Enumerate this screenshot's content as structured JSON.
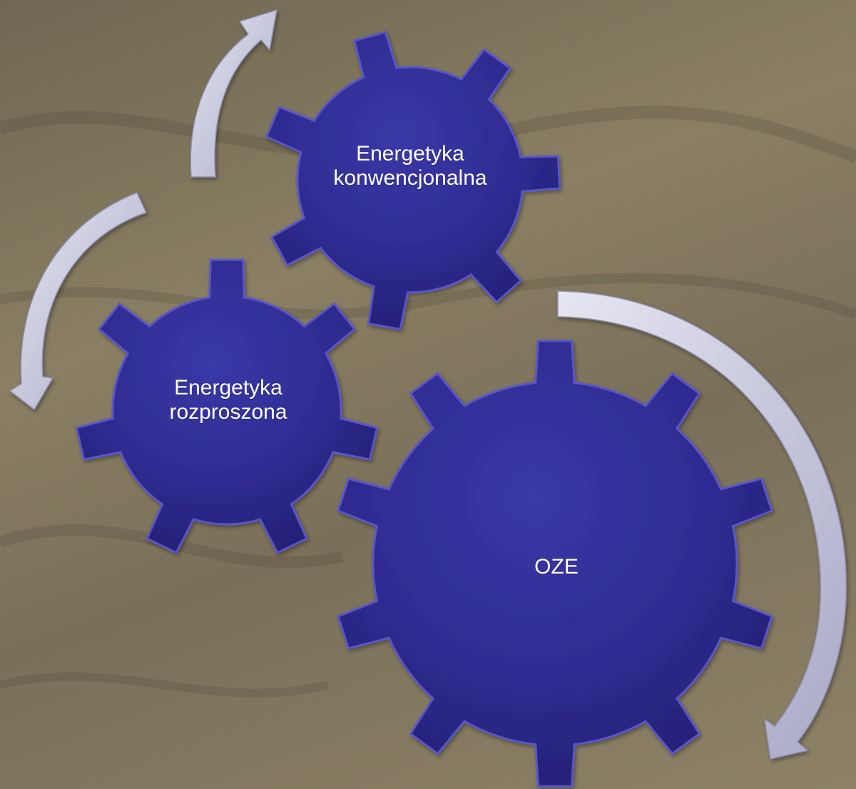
{
  "diagram": {
    "type": "gear-cycle",
    "nodes": [
      {
        "id": "konw",
        "label": "Energetyka\nkonwencjonalna"
      },
      {
        "id": "rozp",
        "label": "Energetyka\nrozproszona"
      },
      {
        "id": "oze",
        "label": "OZE"
      }
    ],
    "colors": {
      "gear_fill": "#2f2c94",
      "gear_highlight": "#5a57c8",
      "arrow_fill": "#c9c9e0",
      "text": "#ffffff",
      "background": "#7d745b"
    },
    "icons": [
      "gear-icon",
      "curved-arrow-icon"
    ]
  }
}
